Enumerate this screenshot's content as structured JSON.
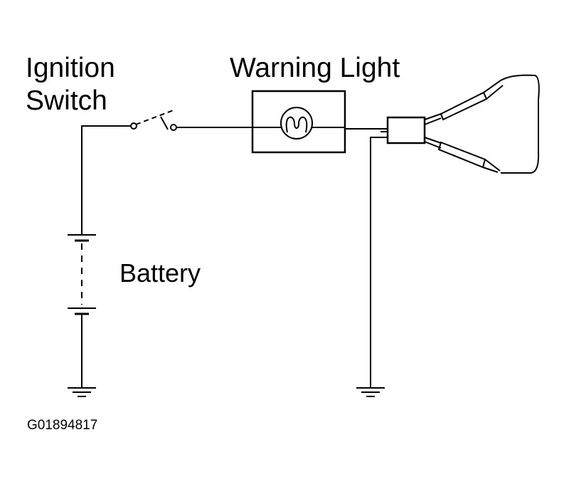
{
  "labels": {
    "ignition_line1": "Ignition",
    "ignition_line2": "Switch",
    "warning_light": "Warning Light",
    "battery": "Battery",
    "figure_code": "G01894817"
  },
  "colors": {
    "line": "#000000",
    "background": "#ffffff"
  }
}
